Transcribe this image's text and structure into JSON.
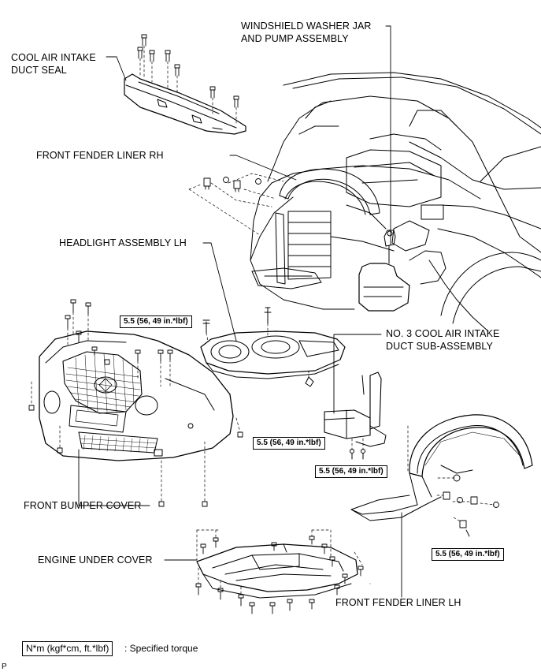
{
  "labels": {
    "windshield_washer_line1": "WINDSHIELD WASHER JAR",
    "windshield_washer_line2": "AND PUMP ASSEMBLY",
    "cool_air_seal_line1": "COOL AIR INTAKE",
    "cool_air_seal_line2": "DUCT SEAL",
    "fender_liner_rh": "FRONT FENDER LINER RH",
    "headlight_lh": "HEADLIGHT ASSEMBLY LH",
    "no3_duct_line1": "NO. 3 COOL AIR INTAKE",
    "no3_duct_line2": "DUCT SUB-ASSEMBLY",
    "front_bumper_cover": "FRONT BUMPER COVER",
    "engine_under_cover": "ENGINE UNDER COVER",
    "fender_liner_lh": "FRONT FENDER LINER LH"
  },
  "torque": {
    "headlight": "5.5 (56, 49 in.*lbf)",
    "bumper": "5.5 (56, 49 in.*lbf)",
    "duct": "5.5 (56, 49 in.*lbf)",
    "liner_lh": "5.5 (56, 49 in.*lbf)"
  },
  "legend": {
    "box": "N*m (kgf*cm, ft.*lbf)",
    "text": ": Specified torque"
  },
  "corner_code": "P"
}
